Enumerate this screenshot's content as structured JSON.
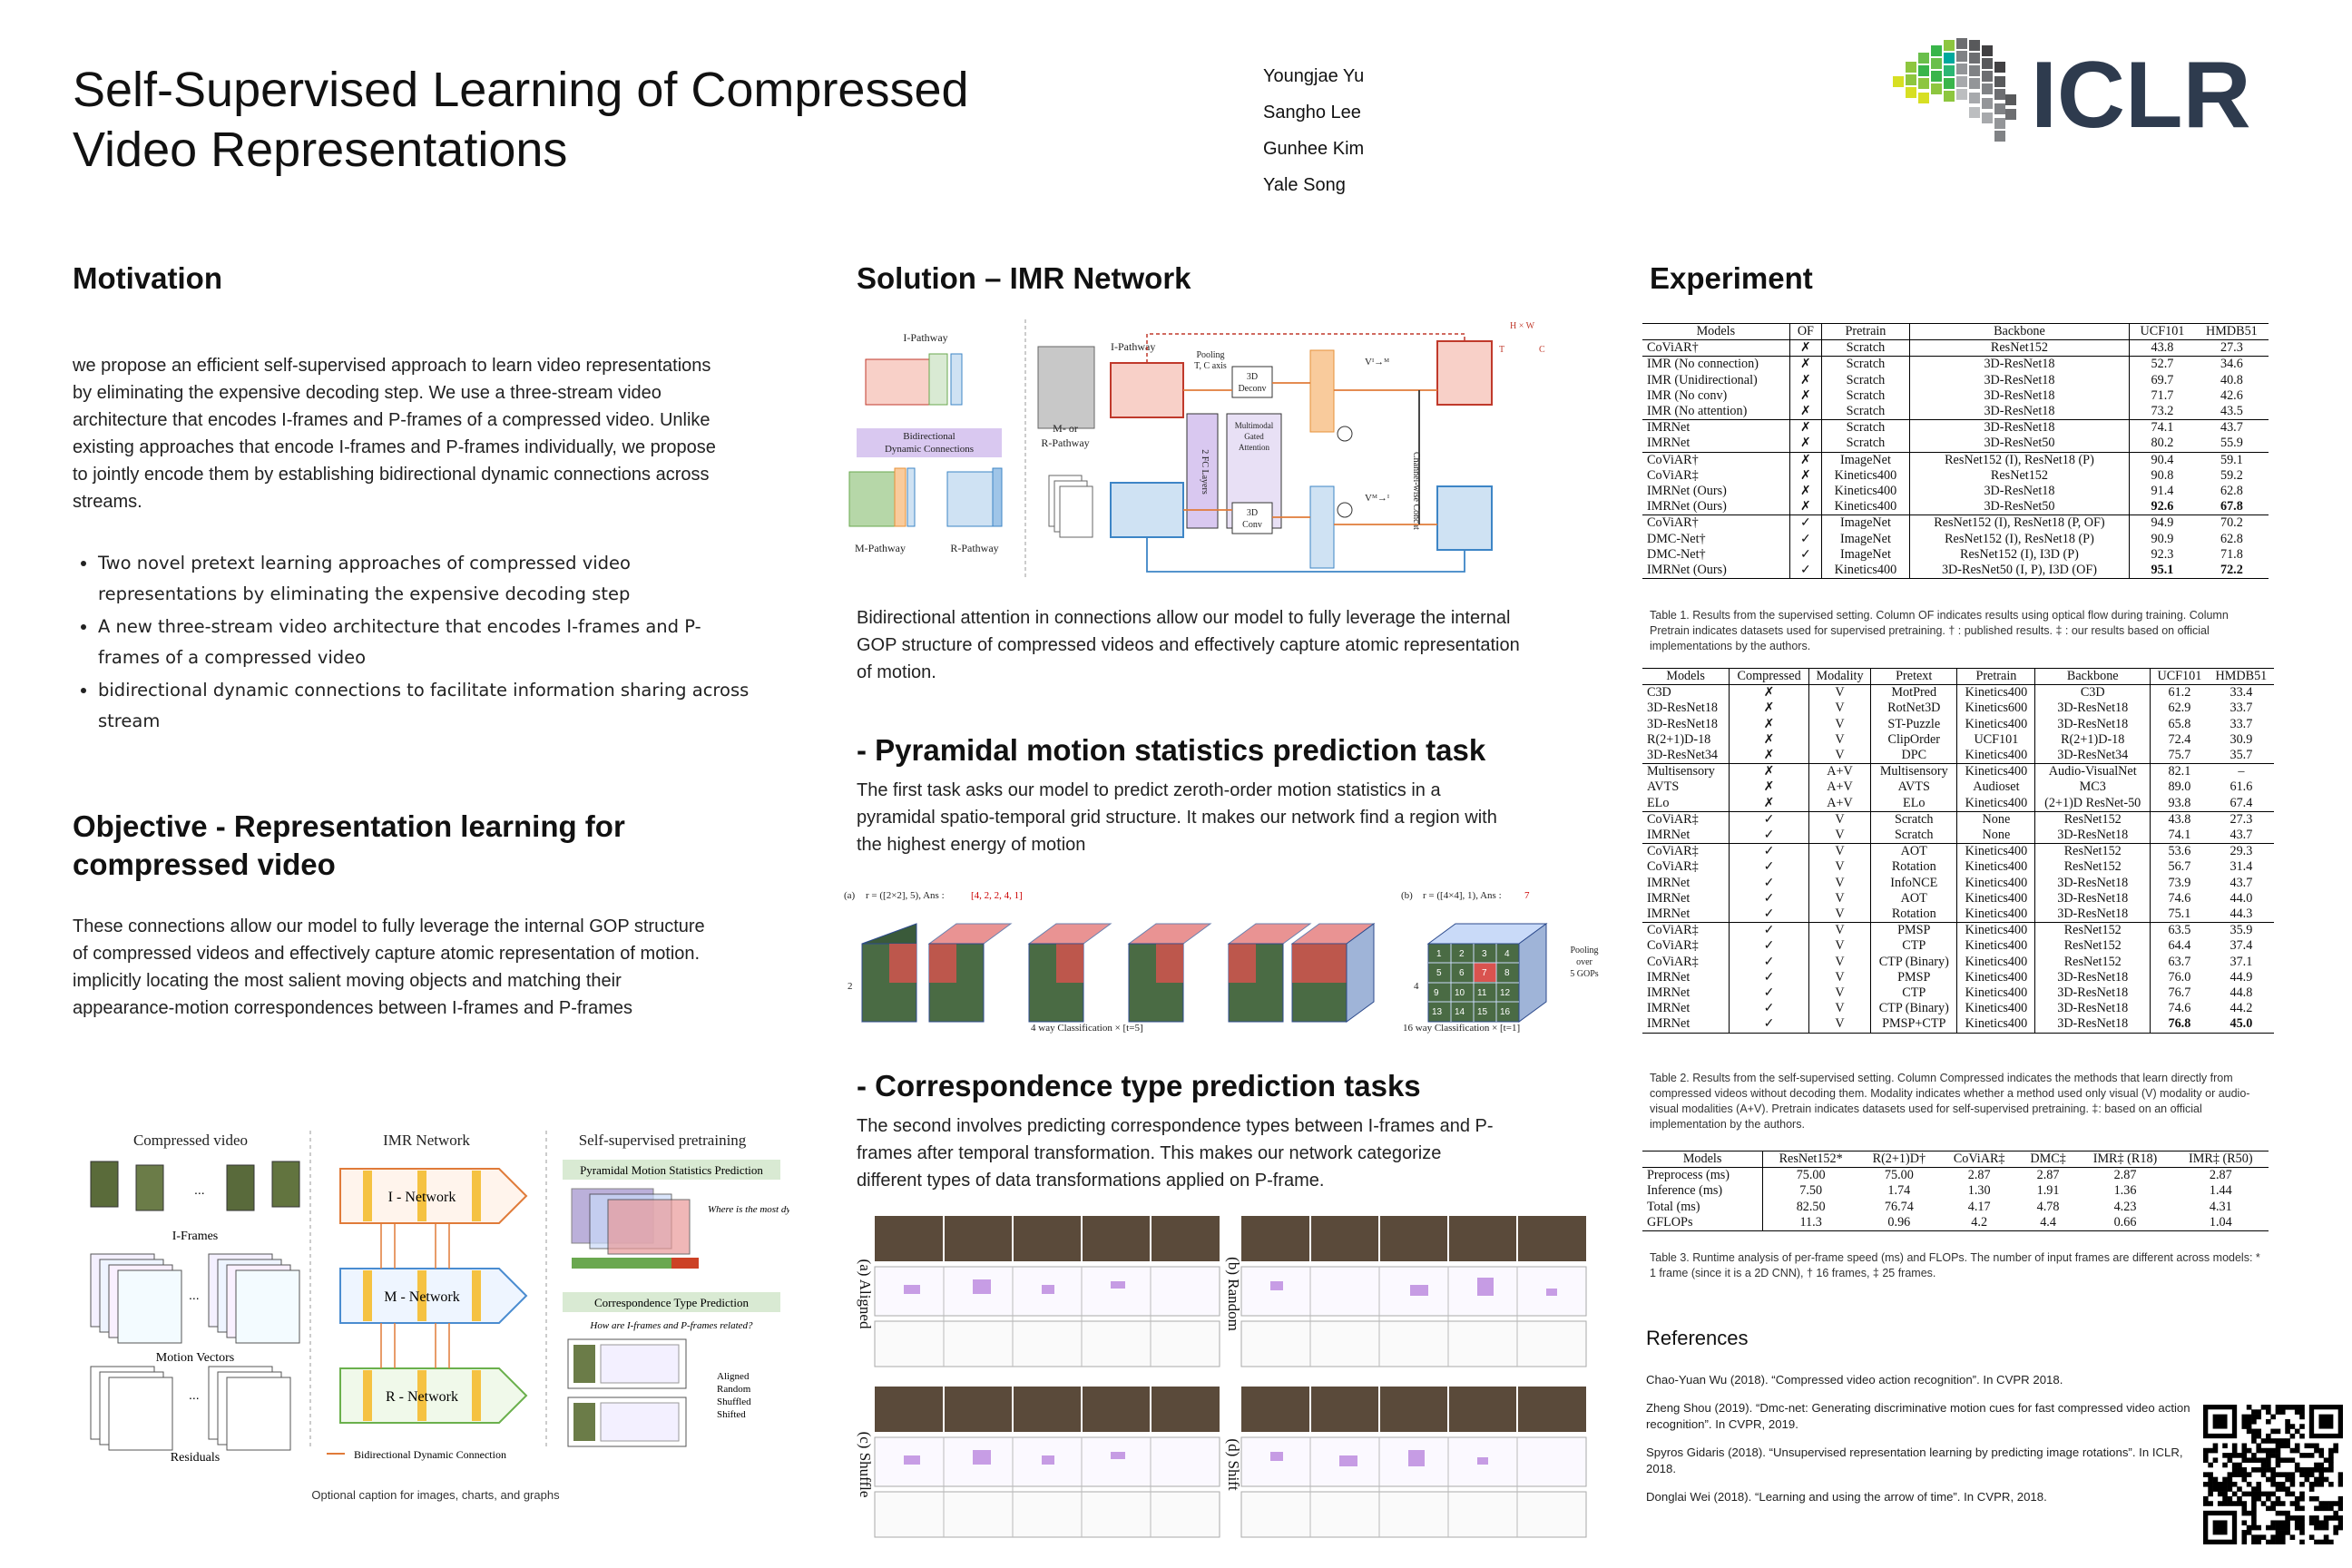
{
  "poster": {
    "title_line1": "Self-Supervised Learning of Compressed",
    "title_line2": "Video Representations",
    "authors": [
      "Youngjae Yu",
      "Sangho Lee",
      "Gunhee Kim",
      "Yale Song"
    ],
    "logo_text": "ICLR"
  },
  "motivation": {
    "heading": "Motivation",
    "text": "we propose an efficient self-supervised approach to learn video representations by eliminating the expensive decoding step. We use a three-stream video architecture that encodes I-frames and P-frames of a compressed video. Unlike existing approaches that encode I-frames and P-frames individually, we propose to jointly encode them by establishing bidirectional dynamic connections across streams.",
    "bullets": [
      "Two novel pretext learning approaches of compressed video representations by eliminating the expensive decoding step",
      "A new three-stream video architecture that encodes I-frames and P-frames of a compressed video",
      "bidirectional dynamic connections to facilitate information sharing across stream"
    ]
  },
  "objective": {
    "heading_line1": "Objective - Representation learning for",
    "heading_line2": "compressed video",
    "text1": "These connections allow our model to fully leverage the internal GOP structure of compressed videos and effectively capture atomic representation of motion.",
    "text2": "implicitly locating the most salient moving objects and matching their appearance-motion correspondences between I-frames and P-frames"
  },
  "overview_fig": {
    "col1": "Compressed video",
    "col2": "IMR Network",
    "col3": "Self-supervised pretraining",
    "iframes": "I-Frames",
    "mv": "Motion Vectors",
    "res": "Residuals",
    "ellipsis": "...",
    "inet": "I - Network",
    "mnet": "M - Network",
    "rnet": "R - Network",
    "pmsp": "Pyramidal Motion Statistics Prediction",
    "where": "Where is the most dynamic region?",
    "ctp": "Correspondence Type Prediction",
    "how": "How are I-frames and P-frames related?",
    "opts": [
      "Aligned",
      "Random",
      "Shuffled",
      "Shifted"
    ],
    "legend": "Bidirectional Dynamic Connection",
    "caption": "Optional caption for images, charts, and graphs"
  },
  "solution": {
    "heading": "Solution – IMR Network",
    "text": "Bidirectional attention in connections allow our model to fully leverage the internal GOP structure of compressed videos and effectively capture atomic representation of motion."
  },
  "arch_fig": {
    "ipath": "I-Pathway",
    "mpath": "M-Pathway",
    "rpath": "R-Pathway",
    "bdc1": "Bidirectional",
    "bdc2": "Dynamic Connections",
    "ipath2": "I-Pathway",
    "mr1": "M- or",
    "mr2": "R-Pathway",
    "pool1": "Pooling",
    "pool2": "T, C axis",
    "deconv1": "3D",
    "deconv2": "Deconv",
    "conv1": "3D",
    "conv2": "Conv",
    "fc": "2 FC Layers",
    "mga1": "Multimodal",
    "mga2": "Gated",
    "mga3": "Attention",
    "ccat": "Channel-wise Concat",
    "vim": "Vᴵ→ᴹ",
    "vmi": "Vᴹ→ᴵ",
    "hw": "H × W",
    "t": "T",
    "c": "C"
  },
  "pyramid": {
    "heading": "- Pyramidal motion statistics prediction task",
    "text": "The first task asks our model to predict zeroth-order motion statistics in a pyramidal spatio-temporal grid structure. It makes our network find a region with the highest energy of motion",
    "a_label": "(a)",
    "a_r": "r = ([2×2], 5),   Ans :",
    "a_ans": "[4, 2, 2, 4, 1]",
    "a_class": "4 way Classification × [t=5]",
    "a_side": "2",
    "b_label": "(b)",
    "b_r": "r = ([4×4], 1),   Ans :",
    "b_ans": "7",
    "b_class": "16 way Classification × [t=1]",
    "b_side": "4",
    "pool": [
      "Pooling",
      "over",
      "5 GOPs"
    ],
    "grid_b": [
      "1",
      "2",
      "3",
      "4",
      "5",
      "6",
      "7",
      "8",
      "9",
      "10",
      "11",
      "12",
      "13",
      "14",
      "15",
      "16"
    ]
  },
  "corr": {
    "heading": "- Correspondence type prediction tasks",
    "text": "The second involves predicting correspondence types between I-frames and P-frames after temporal transformation. This makes our network categorize different types of data transformations applied on P-frame.",
    "labels": [
      "(a) Aligned",
      "(b) Random",
      "(c) Shuffle",
      "(d) Shift"
    ]
  },
  "experiment": {
    "heading": "Experiment",
    "t1_header": [
      "Models",
      "OF",
      "Pretrain",
      "Backbone",
      "UCF101",
      "HMDB51"
    ],
    "t1_groups": [
      [
        [
          "CoViAR†",
          "✗",
          "Scratch",
          "ResNet152",
          "43.8",
          "27.3"
        ]
      ],
      [
        [
          "IMR (No connection)",
          "✗",
          "Scratch",
          "3D-ResNet18",
          "52.7",
          "34.6"
        ],
        [
          "IMR (Unidirectional)",
          "✗",
          "Scratch",
          "3D-ResNet18",
          "69.7",
          "40.8"
        ],
        [
          "IMR (No conv)",
          "✗",
          "Scratch",
          "3D-ResNet18",
          "71.7",
          "42.6"
        ],
        [
          "IMR (No attention)",
          "✗",
          "Scratch",
          "3D-ResNet18",
          "73.2",
          "43.5"
        ]
      ],
      [
        [
          "IMRNet",
          "✗",
          "Scratch",
          "3D-ResNet18",
          "74.1",
          "43.7"
        ],
        [
          "IMRNet",
          "✗",
          "Scratch",
          "3D-ResNet50",
          "80.2",
          "55.9"
        ]
      ],
      [
        [
          "CoViAR†",
          "✗",
          "ImageNet",
          "ResNet152 (I), ResNet18 (P)",
          "90.4",
          "59.1"
        ],
        [
          "CoViAR‡",
          "✗",
          "Kinetics400",
          "ResNet152",
          "90.8",
          "59.2"
        ],
        [
          "IMRNet (Ours)",
          "✗",
          "Kinetics400",
          "3D-ResNet18",
          "91.4",
          "62.8"
        ],
        [
          "IMRNet (Ours)",
          "✗",
          "Kinetics400",
          "3D-ResNet50",
          "92.6",
          "67.8"
        ]
      ],
      [
        [
          "CoViAR†",
          "✓",
          "ImageNet",
          "ResNet152 (I), ResNet18 (P, OF)",
          "94.9",
          "70.2"
        ],
        [
          "DMC-Net†",
          "✓",
          "ImageNet",
          "ResNet152 (I), ResNet18 (P)",
          "90.9",
          "62.8"
        ],
        [
          "DMC-Net†",
          "✓",
          "ImageNet",
          "ResNet152 (I), I3D (P)",
          "92.3",
          "71.8"
        ],
        [
          "IMRNet (Ours)",
          "✓",
          "Kinetics400",
          "3D-ResNet50 (I, P), I3D (OF)",
          "95.1",
          "72.2"
        ]
      ]
    ],
    "t1_caption": "Table 1. Results from the supervised setting. Column OF indicates results using optical flow during training. Column Pretrain indicates datasets used for supervised pretraining. † : published results. ‡ : our results based on official implementations by the authors.",
    "t2_header": [
      "Models",
      "Compressed",
      "Modality",
      "Pretext",
      "Pretrain",
      "Backbone",
      "UCF101",
      "HMDB51"
    ],
    "t2_groups": [
      [
        [
          "C3D",
          "✗",
          "V",
          "MotPred",
          "Kinetics400",
          "C3D",
          "61.2",
          "33.4"
        ],
        [
          "3D-ResNet18",
          "✗",
          "V",
          "RotNet3D",
          "Kinetics600",
          "3D-ResNet18",
          "62.9",
          "33.7"
        ],
        [
          "3D-ResNet18",
          "✗",
          "V",
          "ST-Puzzle",
          "Kinetics400",
          "3D-ResNet18",
          "65.8",
          "33.7"
        ],
        [
          "R(2+1)D-18",
          "✗",
          "V",
          "ClipOrder",
          "UCF101",
          "R(2+1)D-18",
          "72.4",
          "30.9"
        ],
        [
          "3D-ResNet34",
          "✗",
          "V",
          "DPC",
          "Kinetics400",
          "3D-ResNet34",
          "75.7",
          "35.7"
        ]
      ],
      [
        [
          "Multisensory",
          "✗",
          "A+V",
          "Multisensory",
          "Kinetics400",
          "Audio-VisualNet",
          "82.1",
          "–"
        ],
        [
          "AVTS",
          "✗",
          "A+V",
          "AVTS",
          "Audioset",
          "MC3",
          "89.0",
          "61.6"
        ],
        [
          "ELo",
          "✗",
          "A+V",
          "ELo",
          "Kinetics400",
          "(2+1)D ResNet-50",
          "93.8",
          "67.4"
        ]
      ],
      [
        [
          "CoViAR‡",
          "✓",
          "V",
          "Scratch",
          "None",
          "ResNet152",
          "43.8",
          "27.3"
        ],
        [
          "IMRNet",
          "✓",
          "V",
          "Scratch",
          "None",
          "3D-ResNet18",
          "74.1",
          "43.7"
        ]
      ],
      [
        [
          "CoViAR‡",
          "✓",
          "V",
          "AOT",
          "Kinetics400",
          "ResNet152",
          "53.6",
          "29.3"
        ],
        [
          "CoViAR‡",
          "✓",
          "V",
          "Rotation",
          "Kinetics400",
          "ResNet152",
          "56.7",
          "31.4"
        ],
        [
          "IMRNet",
          "✓",
          "V",
          "InfoNCE",
          "Kinetics400",
          "3D-ResNet18",
          "73.9",
          "43.7"
        ],
        [
          "IMRNet",
          "✓",
          "V",
          "AOT",
          "Kinetics400",
          "3D-ResNet18",
          "74.6",
          "44.0"
        ],
        [
          "IMRNet",
          "✓",
          "V",
          "Rotation",
          "Kinetics400",
          "3D-ResNet18",
          "75.1",
          "44.3"
        ]
      ],
      [
        [
          "CoViAR‡",
          "✓",
          "V",
          "PMSP",
          "Kinetics400",
          "ResNet152",
          "63.5",
          "35.9"
        ],
        [
          "CoViAR‡",
          "✓",
          "V",
          "CTP",
          "Kinetics400",
          "ResNet152",
          "64.4",
          "37.4"
        ],
        [
          "CoViAR‡",
          "✓",
          "V",
          "CTP (Binary)",
          "Kinetics400",
          "ResNet152",
          "63.7",
          "37.1"
        ],
        [
          "IMRNet",
          "✓",
          "V",
          "PMSP",
          "Kinetics400",
          "3D-ResNet18",
          "76.0",
          "44.9"
        ],
        [
          "IMRNet",
          "✓",
          "V",
          "CTP",
          "Kinetics400",
          "3D-ResNet18",
          "76.7",
          "44.8"
        ],
        [
          "IMRNet",
          "✓",
          "V",
          "CTP (Binary)",
          "Kinetics400",
          "3D-ResNet18",
          "74.6",
          "44.2"
        ],
        [
          "IMRNet",
          "✓",
          "V",
          "PMSP+CTP",
          "Kinetics400",
          "3D-ResNet18",
          "76.8",
          "45.0"
        ]
      ]
    ],
    "t2_caption": "Table 2. Results from the self-supervised setting. Column Compressed indicates the methods that learn directly from compressed videos without decoding them. Modality indicates whether a method used only visual (V) modality or audio-visual modalities (A+V). Pretrain indicates datasets used for self-supervised pretraining. ‡: based on an official implementation by the authors.",
    "t3_header": [
      "Models",
      "ResNet152*",
      "R(2+1)D†",
      "CoViAR‡",
      "DMC‡",
      "IMR‡ (R18)",
      "IMR‡ (R50)"
    ],
    "t3_rows": [
      [
        "Preprocess (ms)",
        "75.00",
        "75.00",
        "2.87",
        "2.87",
        "2.87",
        "2.87"
      ],
      [
        "Inference (ms)",
        "7.50",
        "1.74",
        "1.30",
        "1.91",
        "1.36",
        "1.44"
      ],
      [
        "Total (ms)",
        "82.50",
        "76.74",
        "4.17",
        "4.78",
        "4.23",
        "4.31"
      ],
      [
        "GFLOPs",
        "11.3",
        "0.96",
        "4.2",
        "4.4",
        "0.66",
        "1.04"
      ]
    ],
    "t3_caption": "Table 3. Runtime analysis of per-frame speed (ms) and FLOPs. The number of input frames are different across models: * 1 frame (since it is a 2D CNN), † 16 frames, ‡ 25 frames."
  },
  "references": {
    "heading": "References",
    "items": [
      "Chao-Yuan Wu (2018). “Compressed video action recognition”. In CVPR 2018.",
      "Zheng Shou (2019). “Dmc-net: Generating discriminative motion cues for fast compressed video action recognition”. In CVPR, 2019.",
      "Spyros Gidaris (2018). “Unsupervised representation learning by predicting image rotations”. In ICLR, 2018.",
      "Donglai Wei (2018). “Learning and using the arrow of time”. In CVPR, 2018."
    ]
  }
}
